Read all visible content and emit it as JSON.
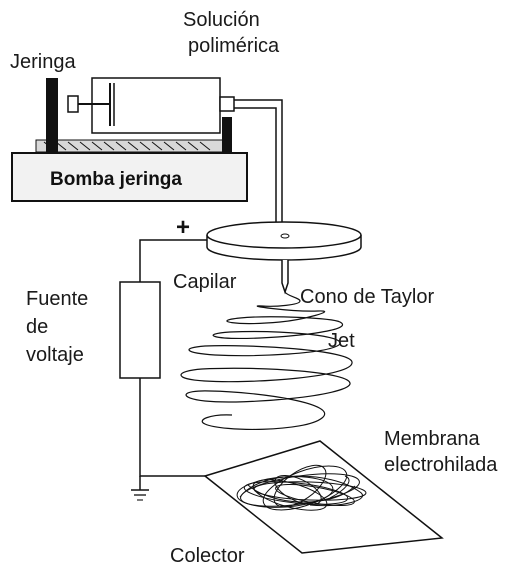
{
  "labels": {
    "polymer_solution_line1": "Solución",
    "polymer_solution_line2": "polimérica",
    "syringe": "Jeringa",
    "syringe_pump": "Bomba jeringa",
    "plus_sign": "+",
    "capillary": "Capilar",
    "taylor_cone": "Cono de Taylor",
    "jet": "Jet",
    "voltage_source_line1": "Fuente",
    "voltage_source_line2": "de",
    "voltage_source_line3": "voltaje",
    "membrane_line1": "Membrana",
    "membrane_line2": "electrohilada",
    "collector": "Colector"
  }
}
